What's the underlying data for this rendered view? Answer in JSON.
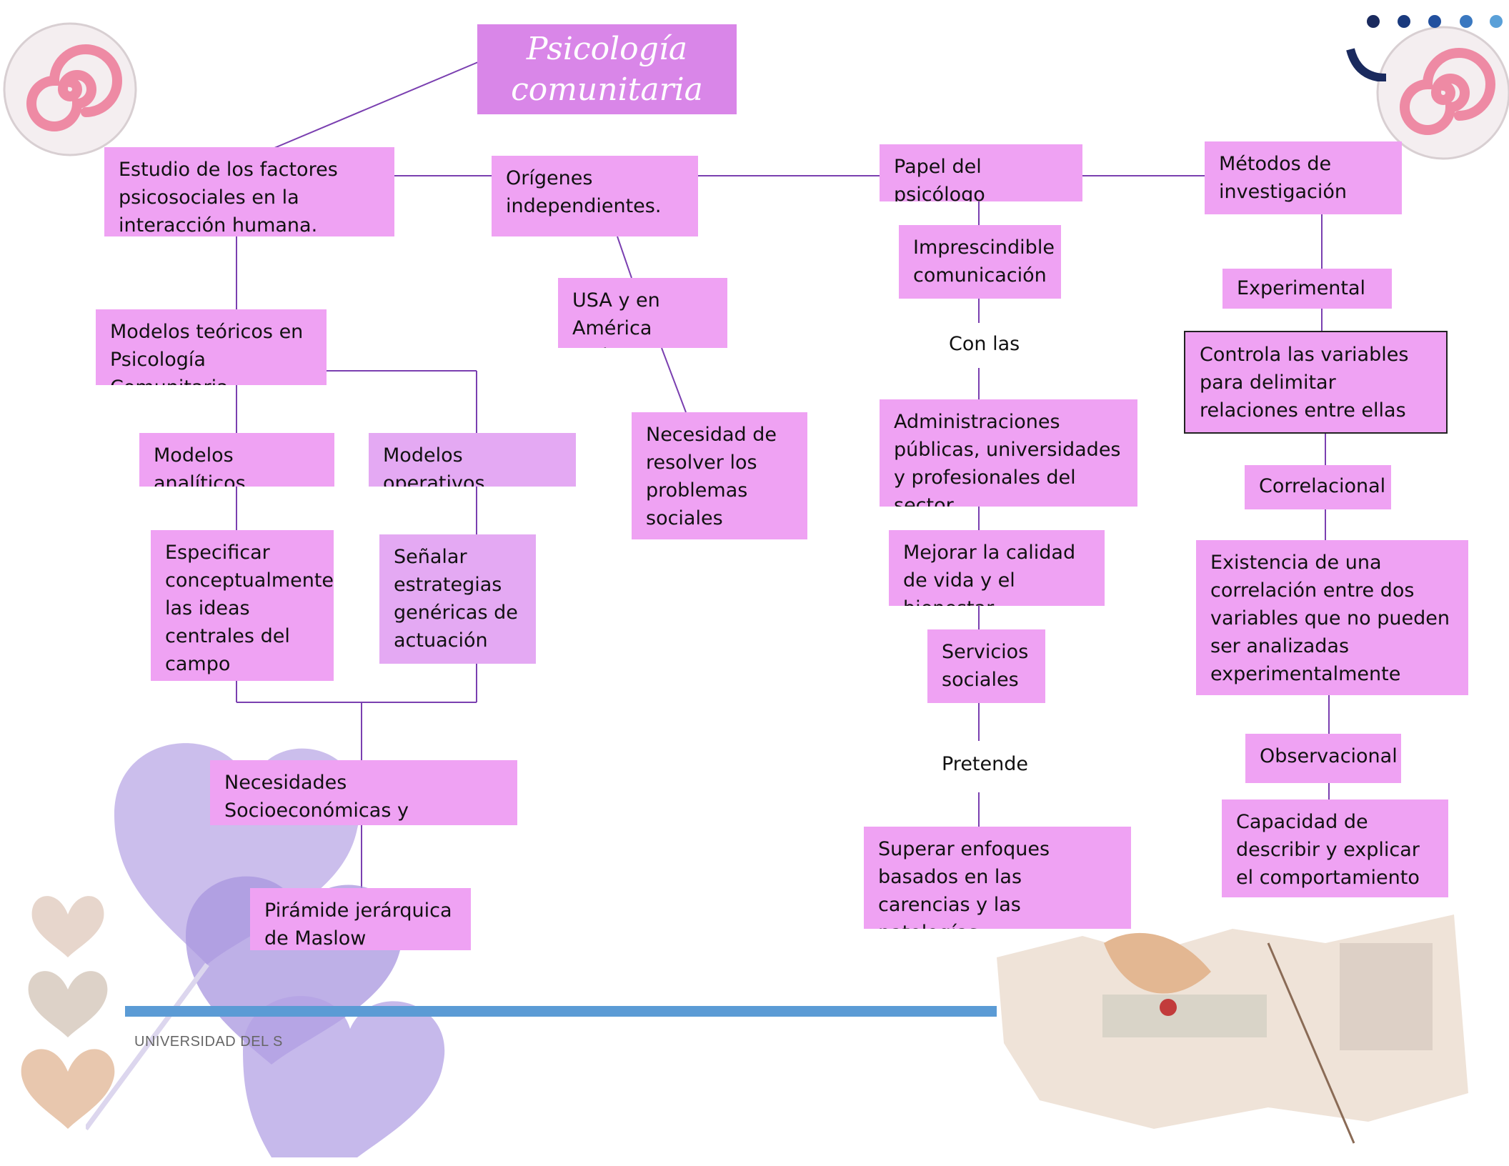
{
  "title": "Psicología comunitaria",
  "nodes": {
    "estudio": "Estudio de los factores psicosociales en la interacción humana.",
    "origenes": "Orígenes independientes.",
    "papel": "Papel del psicólogo",
    "metodos": "Métodos de investigación",
    "modelos_teoricos": "Modelos teóricos en Psicología Comunitaria",
    "modelos_analiticos": "Modelos analíticos",
    "modelos_operativos": "Modelos operativos",
    "especificar": "Especificar conceptualmente las ideas centrales del campo",
    "senalar": "Señalar estrategias genéricas de actuación",
    "necesidades": "Necesidades Socioeconómicas y Psicológicas de la Comunidad",
    "piramide": "Pirámide jerárquica de Maslow",
    "usa": "USA y en América Latina.",
    "necesidad_resolver": "Necesidad de resolver los problemas sociales",
    "imprescindible": "Imprescindible comunicación",
    "con_las": "Con las",
    "administraciones": "Administraciones públicas, universidades y profesionales del sector",
    "mejorar": "Mejorar la calidad de vida y el bienestar",
    "servicios": "Servicios sociales",
    "pretende": "Pretende",
    "superar": "Superar enfoques basados en las carencias y las patologías",
    "experimental": "Experimental",
    "controla": "Controla las variables para delimitar relaciones entre ellas",
    "correlacional": "Correlacional",
    "existencia": "Existencia de una correlación entre dos variables que no pueden ser analizadas experimentalmente",
    "observacional": "Observacional",
    "capacidad": "Capacidad de describir y explicar el comportamiento"
  },
  "footer": {
    "university": "UNIVERSIDAD DEL S"
  },
  "colors": {
    "node": "#efa2f3",
    "node_alt": "#e4a9f3",
    "title_bg": "#d986e8",
    "line": "#7a3fb0",
    "footer_bar": "#5b9bd5"
  }
}
